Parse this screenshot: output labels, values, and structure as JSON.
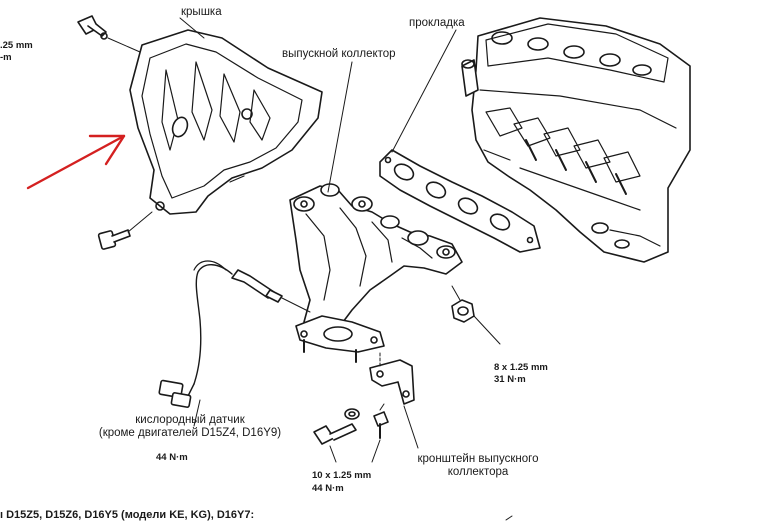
{
  "labels": {
    "cover": "крышка",
    "manifold": "выпускной коллектор",
    "gasket": "прокладка",
    "o2_sensor_line1": "кислородный датчик",
    "o2_sensor_line2": "(кроме двигателей D15Z4, D16Y9)",
    "bracket_line1": "кронштейн выпускного",
    "bracket_line2": "коллектора"
  },
  "specs": {
    "cover_bolt_size": ".25 mm",
    "cover_bolt_torque": "-m",
    "sensor_torque": "44 N·m",
    "nut_size": "8 x 1.25 mm",
    "nut_torque": "31 N·m",
    "bolt_size": "10 x 1.25 mm",
    "bolt_torque": "44 N·m"
  },
  "footer": {
    "engines_note": "ı D15Z5, D15Z6, D16Y5 (модели KE, KG), D16Y7:"
  },
  "colors": {
    "line": "#1a1a1a",
    "arrow": "#d42020",
    "fill": "#ffffff"
  }
}
